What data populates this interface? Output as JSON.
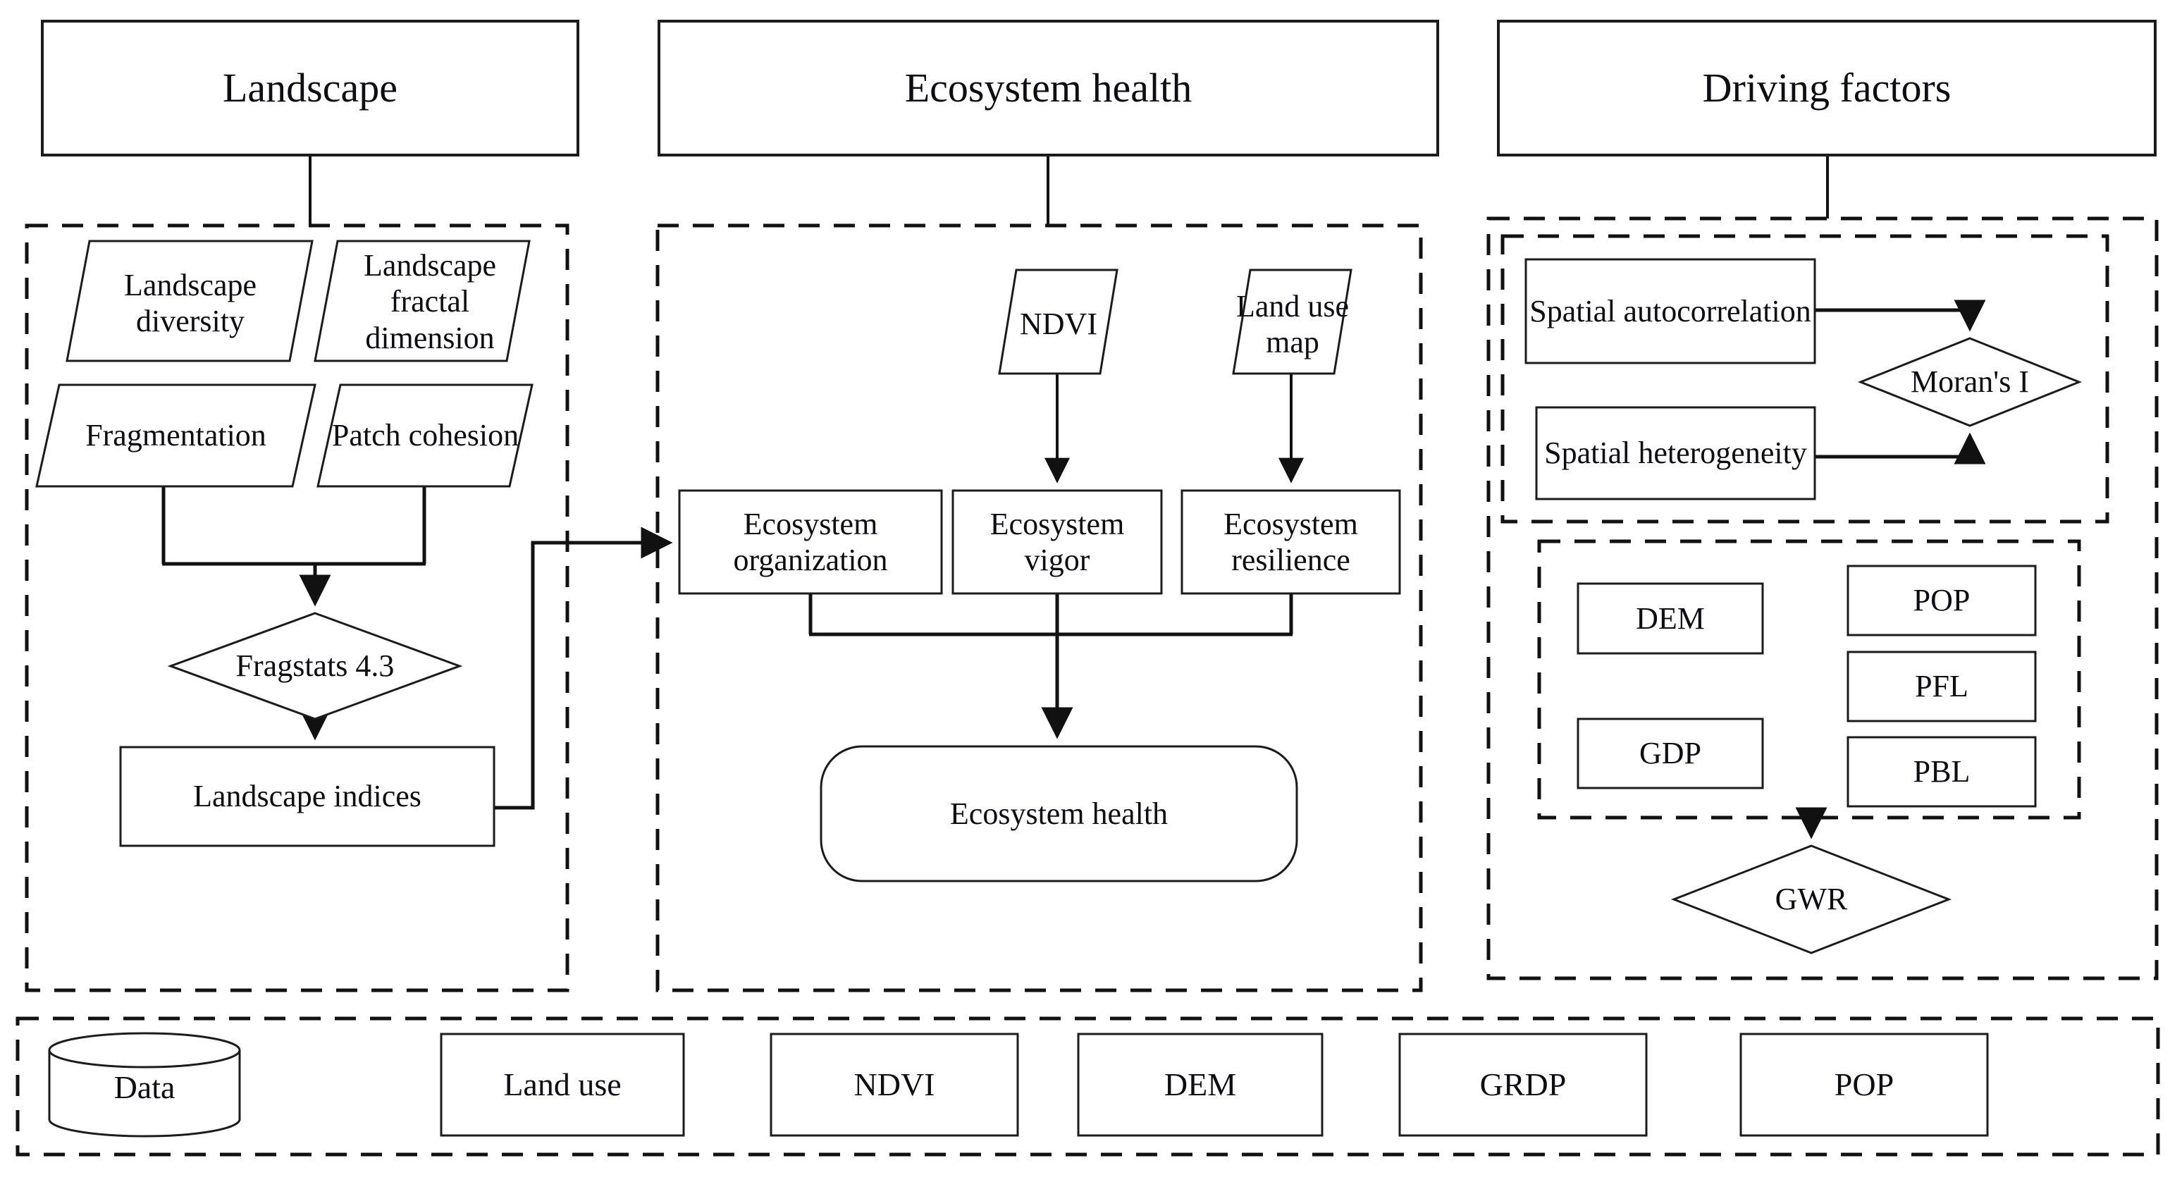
{
  "figure": {
    "type": "flowchart",
    "background_color": "#ffffff",
    "line_color": "#1a1a1a"
  },
  "headers": {
    "landscape": "Landscape",
    "ecosystem": "Ecosystem health",
    "driving": "Driving factors"
  },
  "landscape_section": {
    "diversity": "Landscape diversity",
    "fractal_dimension": "Landscape fractal dimension",
    "fragmentation": "Fragmentation",
    "patch_cohesion": "Patch cohesion",
    "fragstats": "Fragstats 4.3",
    "indices": "Landscape indices"
  },
  "ecosystem_section": {
    "ndvi": "NDVI",
    "land_use_map": "Land use map",
    "organization": "Ecosystem organization",
    "vigor": "Ecosystem vigor",
    "resilience": "Ecosystem resilience",
    "health": "Ecosystem health"
  },
  "driving_section": {
    "spatial_autocorrelation": "Spatial autocorrelation",
    "spatial_heterogeneity": "Spatial heterogeneity",
    "morans_i": "Moran's I",
    "dem": "DEM",
    "gdp": "GDP",
    "pop": "POP",
    "pfl": "PFL",
    "pbl": "PBL",
    "gwr": "GWR"
  },
  "data_sources": {
    "data": "Data",
    "land_use": "Land use",
    "ndvi": "NDVI",
    "dem": "DEM",
    "grdp": "GRDP",
    "pop": "POP"
  }
}
